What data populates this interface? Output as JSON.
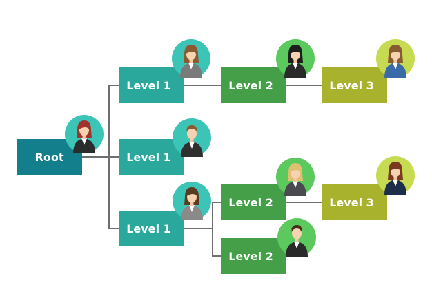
{
  "nodes": {
    "root": "Root",
    "l1a": "Level 1",
    "l1b": "Level 1",
    "l1c": "Level 1",
    "l2a": "Level 2",
    "l2b": "Level 2",
    "l2c": "Level 2",
    "l3a": "Level 3",
    "l3b": "Level 3"
  },
  "colors": {
    "root": "#137f8c",
    "level1": "#29a89b",
    "level2": "#449f48",
    "level3": "#a8b22c",
    "avatar_teal": "#3cc4b6",
    "avatar_green": "#5cc95f",
    "avatar_lime": "#c6da52",
    "connector": "#6f6f6f"
  }
}
